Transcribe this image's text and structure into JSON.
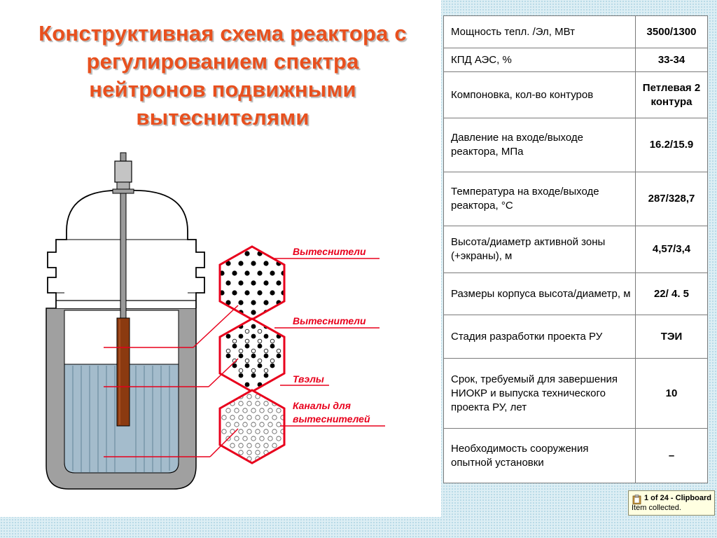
{
  "title": {
    "lines": [
      "Конструктивная схема реактора с",
      "регулированием спектра",
      "нейтронов подвижными",
      "вытеснителями"
    ]
  },
  "diagram": {
    "labels": {
      "displacers_1": "Вытеснители",
      "displacers_2": "Вытеснители",
      "fuel_elements": "Твэлы",
      "channels_line1": "Каналы для",
      "channels_line2": "вытеснителей"
    },
    "colors": {
      "vessel": "#a0a0a0",
      "coolant": "#a4bccc",
      "rod": "#8b3a10",
      "label": "#e8001c"
    }
  },
  "table": {
    "rows": [
      {
        "name": "Мощность тепл. /Эл, МВт",
        "value": "3500/1300"
      },
      {
        "name": "КПД АЭС, %",
        "value": "33-34"
      },
      {
        "name": "Компоновка, кол-во контуров",
        "value": "Петлевая 2 контура"
      },
      {
        "name": "Давление на входе/выходе реактора, МПа",
        "value": "16.2/15.9"
      },
      {
        "name": "Температура на входе/выходе реактора, °С",
        "value": "287/328,7"
      },
      {
        "name": "Высота/диаметр активной зоны (+экраны), м",
        "value": "4,57/3,4"
      },
      {
        "name": "Размеры корпуса высота/диаметр, м",
        "value": "22/ 4. 5"
      },
      {
        "name": "Стадия разработки проекта РУ",
        "value": "ТЭИ"
      },
      {
        "name": "Срок, требуемый для завершения НИОКР и выпуска технического проекта РУ, лет",
        "value": "10"
      },
      {
        "name": "Необходимость сооружения опытной установки",
        "value": "–"
      }
    ]
  },
  "clipboard_toast": {
    "title": "1 of 24 - Clipboard",
    "message": "Item collected."
  }
}
